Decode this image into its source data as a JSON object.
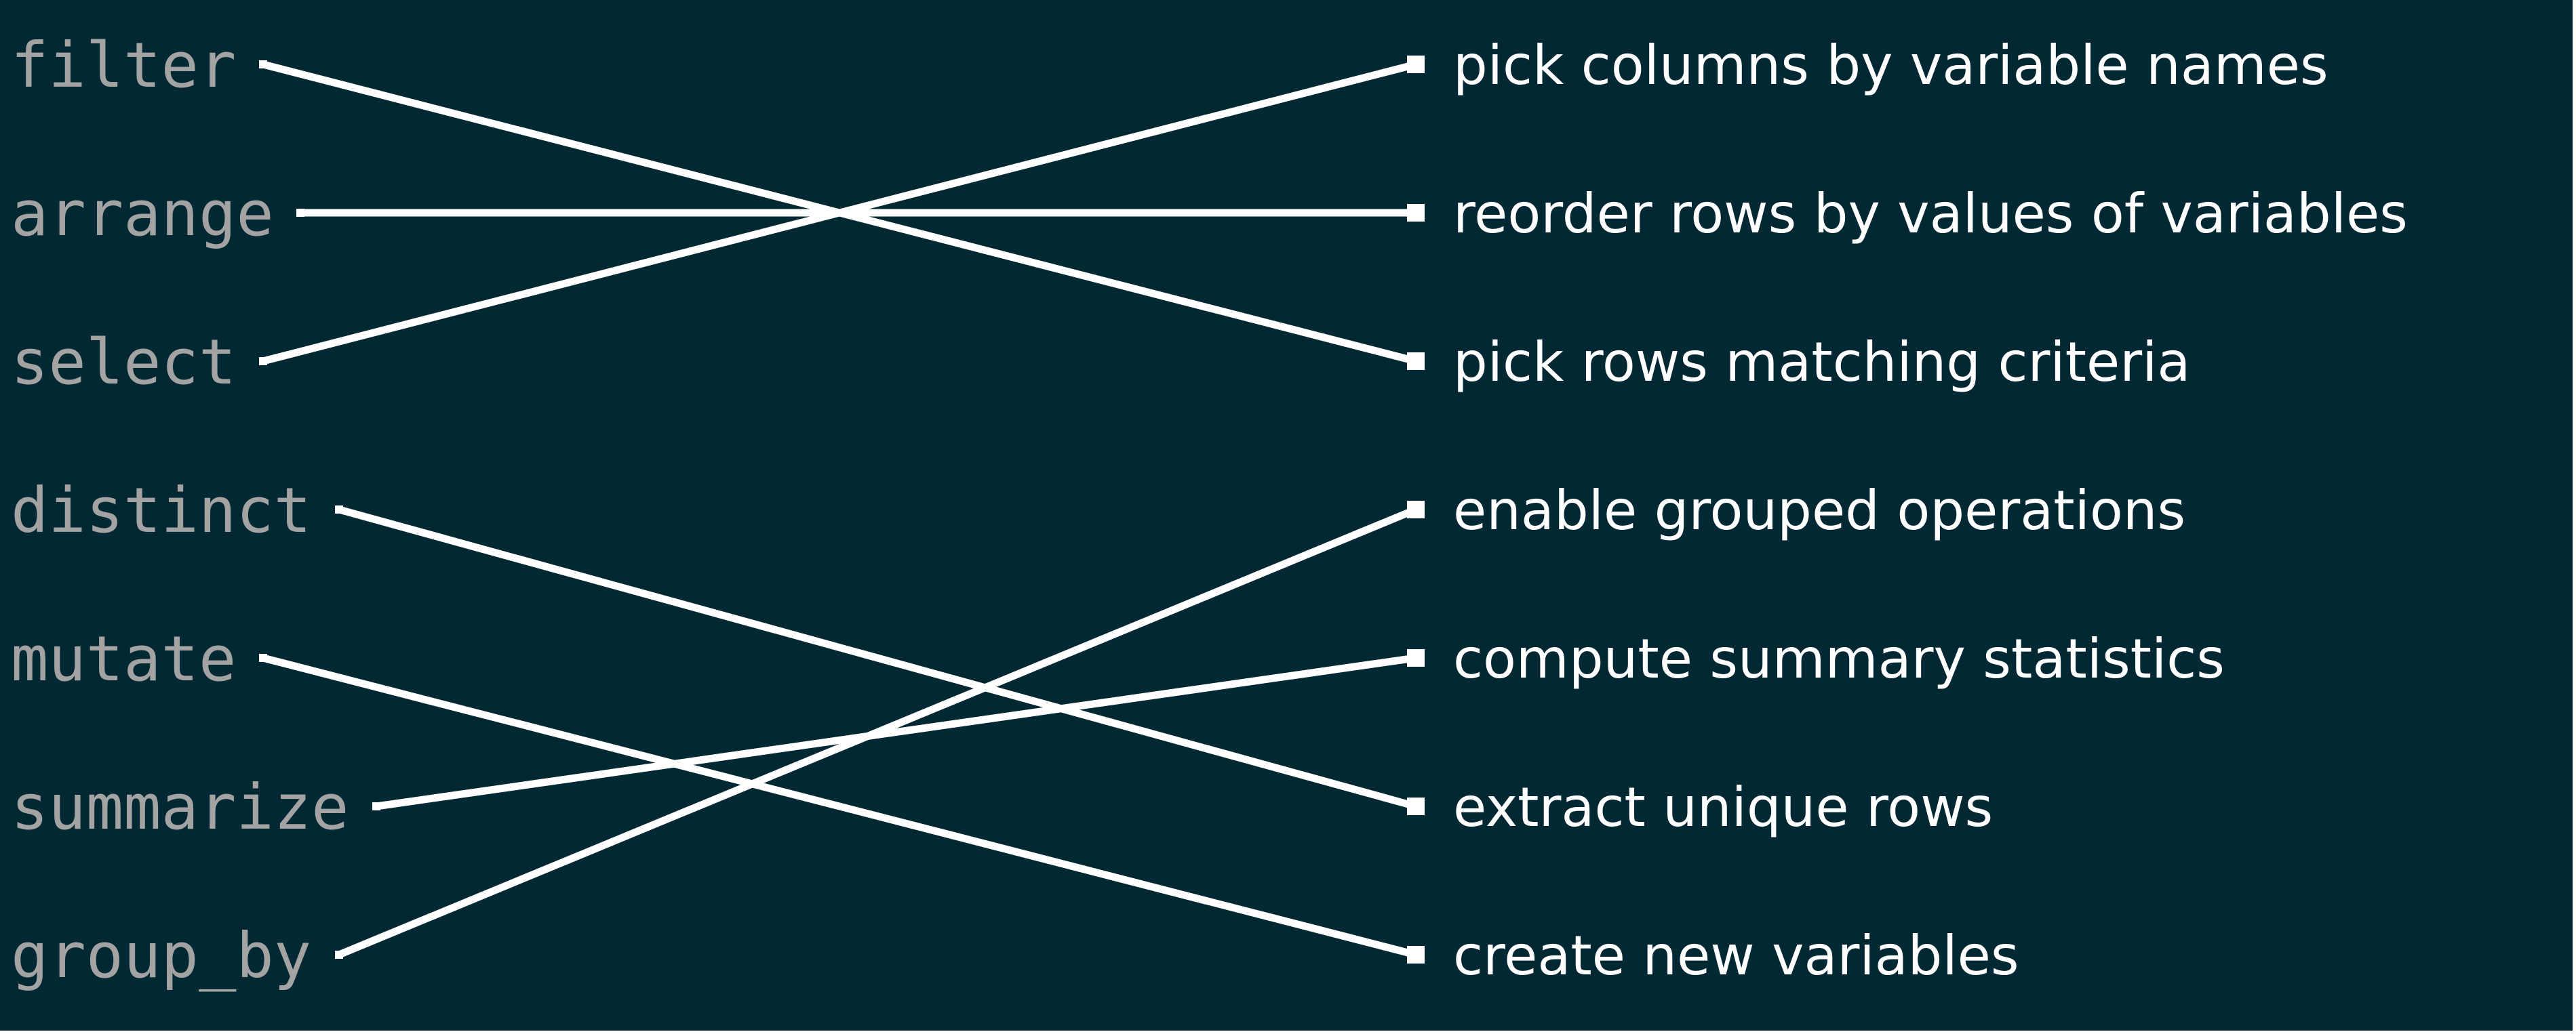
{
  "diagram": {
    "colors": {
      "background": "#022833",
      "function_text": "#a3a3a3",
      "description_text": "#ffffff",
      "line": "#ffffff"
    },
    "functions": [
      {
        "id": "filter",
        "label": "filter"
      },
      {
        "id": "arrange",
        "label": "arrange"
      },
      {
        "id": "select",
        "label": "select"
      },
      {
        "id": "distinct",
        "label": "distinct"
      },
      {
        "id": "mutate",
        "label": "mutate"
      },
      {
        "id": "summarize",
        "label": "summarize"
      },
      {
        "id": "group_by",
        "label": "group_by"
      }
    ],
    "descriptions": [
      {
        "id": "pick-columns",
        "label": "pick columns by variable names"
      },
      {
        "id": "reorder-rows",
        "label": "reorder rows by values of variables"
      },
      {
        "id": "pick-rows",
        "label": "pick rows matching criteria"
      },
      {
        "id": "enable-grouped",
        "label": "enable grouped operations"
      },
      {
        "id": "compute-summary",
        "label": "compute summary statistics"
      },
      {
        "id": "extract-unique",
        "label": "extract unique rows"
      },
      {
        "id": "create-variables",
        "label": "create new variables"
      }
    ],
    "connections": [
      {
        "from": "filter",
        "to": "pick-rows"
      },
      {
        "from": "arrange",
        "to": "reorder-rows"
      },
      {
        "from": "select",
        "to": "pick-columns"
      },
      {
        "from": "distinct",
        "to": "extract-unique"
      },
      {
        "from": "mutate",
        "to": "create-variables"
      },
      {
        "from": "summarize",
        "to": "compute-summary"
      },
      {
        "from": "group_by",
        "to": "enable-grouped"
      }
    ]
  }
}
